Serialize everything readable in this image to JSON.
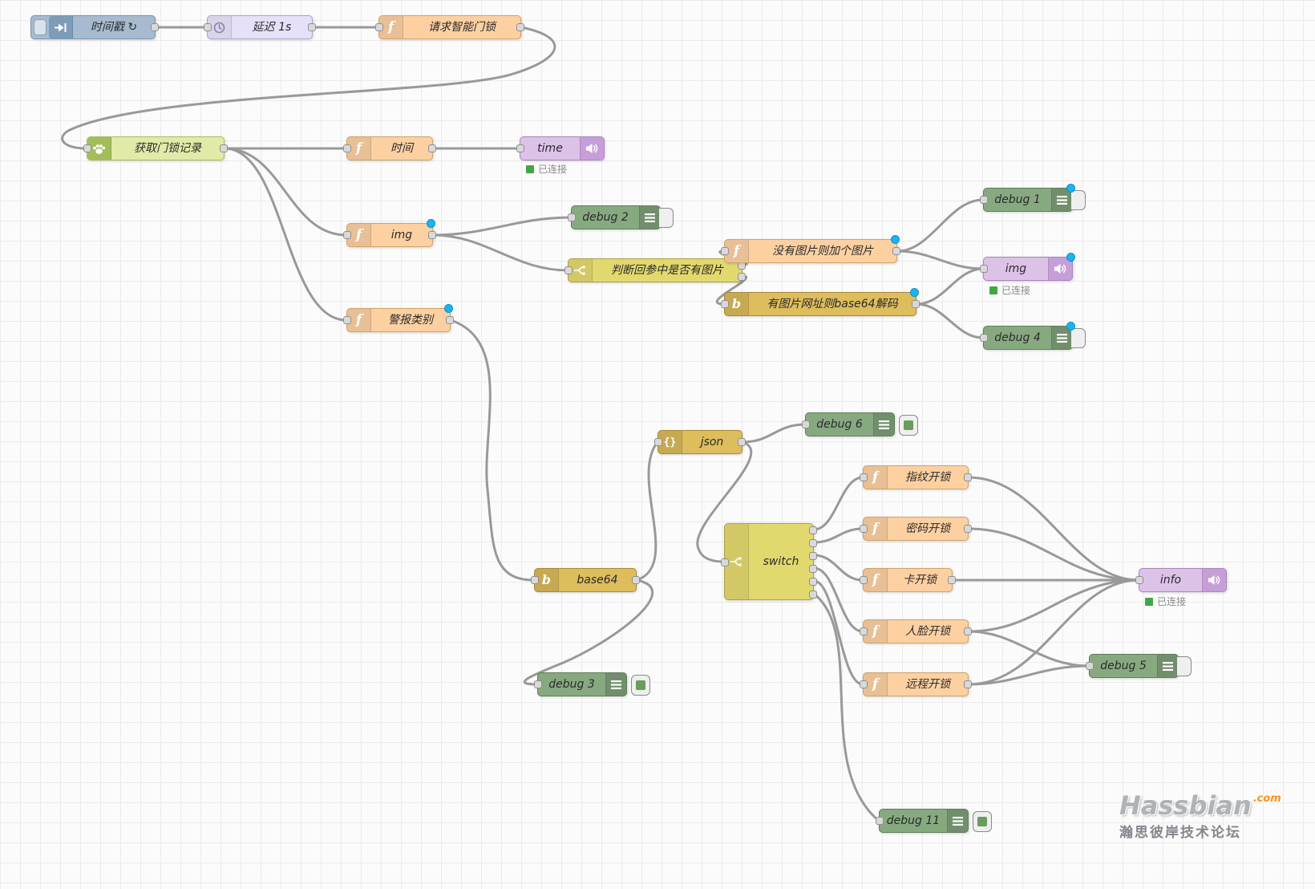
{
  "nodes": {
    "inject_timestamp": {
      "label": "时间戳",
      "repeat_glyph": "↻"
    },
    "delay_1s": {
      "label": "延迟 1s"
    },
    "fn_request_lock": {
      "label": "请求智能门锁"
    },
    "api_get_records": {
      "label": "获取门锁记录"
    },
    "fn_time": {
      "label": "时间"
    },
    "out_time": {
      "label": "time"
    },
    "fn_img": {
      "label": "img"
    },
    "debug_2": {
      "label": "debug 2"
    },
    "switch_check_img": {
      "label": "判断回参中是否有图片"
    },
    "fn_add_img": {
      "label": "没有图片则加个图片"
    },
    "b64_decode": {
      "label": "有图片网址则base64解码"
    },
    "debug_1": {
      "label": "debug 1"
    },
    "out_img": {
      "label": "img"
    },
    "debug_4": {
      "label": "debug 4"
    },
    "fn_alarm_type": {
      "label": "警报类别"
    },
    "json_node": {
      "label": "json"
    },
    "debug_6": {
      "label": "debug 6"
    },
    "switch_node": {
      "label": "switch"
    },
    "fn_fingerprint": {
      "label": "指纹开锁"
    },
    "fn_password": {
      "label": "密码开锁"
    },
    "fn_card": {
      "label": "卡开锁"
    },
    "fn_face": {
      "label": "人脸开锁"
    },
    "fn_remote": {
      "label": "远程开锁"
    },
    "base64_node": {
      "label": "base64"
    },
    "debug_3": {
      "label": "debug 3"
    },
    "out_info": {
      "label": "info"
    },
    "debug_5": {
      "label": "debug 5"
    },
    "debug_11": {
      "label": "debug 11"
    }
  },
  "icons": {
    "function_glyph": "f",
    "json_glyph": "{}",
    "base64_glyph": "b"
  },
  "status": {
    "connected": "已连接"
  },
  "watermark": {
    "brand": "Hassbian",
    "tld": ".com",
    "subtitle": "瀚思彼岸技术论坛"
  },
  "colors": {
    "wire": "#999999",
    "grid": "#ebebeb",
    "changed_dot": "#18b4f5",
    "status_green": "#44a544",
    "inject": "#a6bbcf",
    "delay": "#e6e0f8",
    "function": "#fdd0a2",
    "api": "#e2eaa8",
    "switch": "#e2d96e",
    "parser_gold": "#debd5c",
    "debug_green": "#87a980",
    "output_purple": "#ddc2e8"
  }
}
